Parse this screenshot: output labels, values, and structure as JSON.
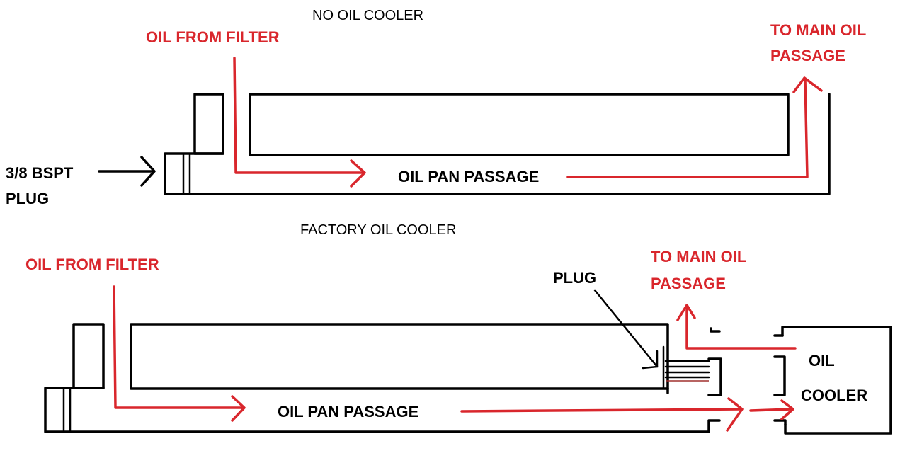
{
  "colors": {
    "ink": "#000000",
    "flow": "#d9262c"
  },
  "top_diagram": {
    "title": "NO OIL COOLER",
    "inlet_label": "OIL FROM FILTER",
    "outlet_label_line1": "TO MAIN OIL",
    "outlet_label_line2": "PASSAGE",
    "passage_label": "OIL PAN PASSAGE",
    "plug_label_line1": "3/8 BSPT",
    "plug_label_line2": "PLUG"
  },
  "bottom_diagram": {
    "title": "FACTORY OIL COOLER",
    "inlet_label": "OIL FROM FILTER",
    "outlet_label_line1": "TO MAIN OIL",
    "outlet_label_line2": "PASSAGE",
    "plug_label": "PLUG",
    "passage_label": "OIL PAN PASSAGE",
    "cooler_label_line1": "OIL",
    "cooler_label_line2": "COOLER"
  }
}
